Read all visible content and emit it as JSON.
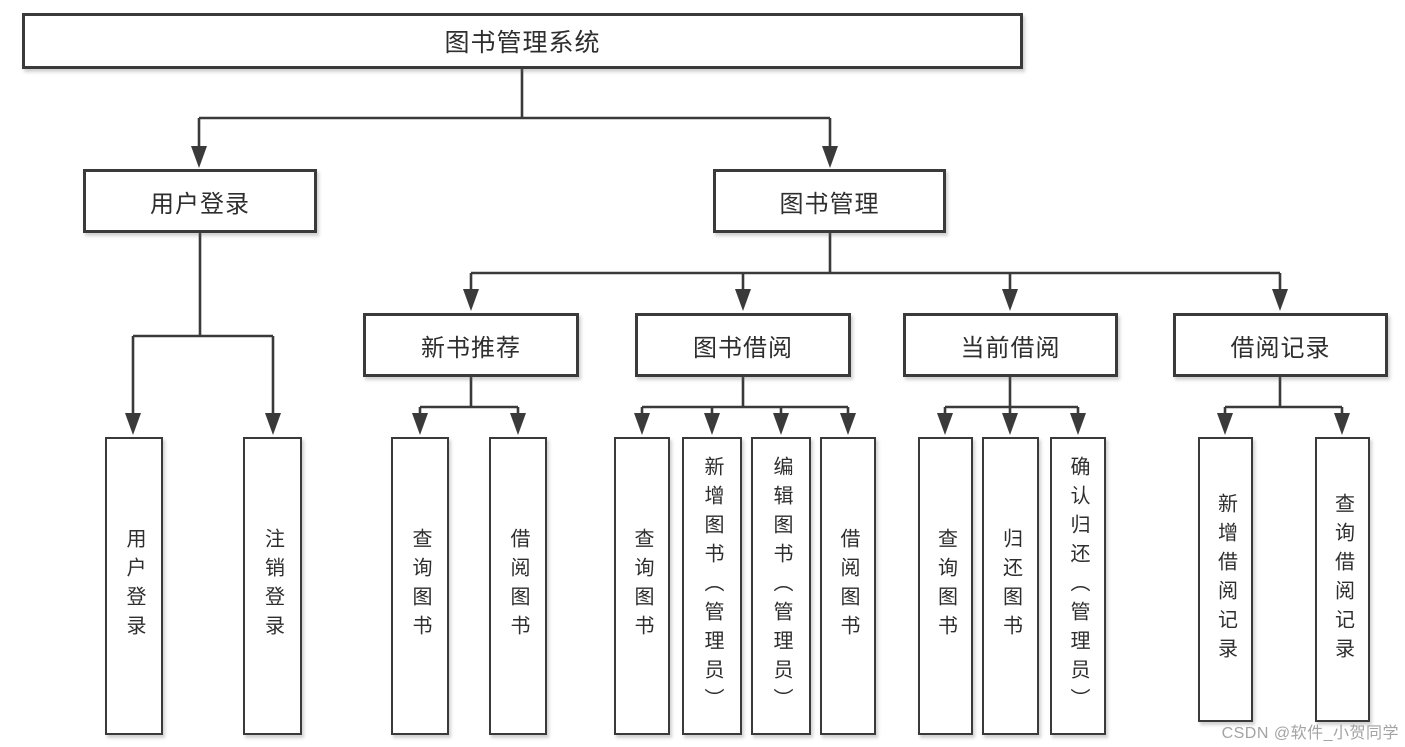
{
  "tree": {
    "root": {
      "label": "图书管理系统"
    },
    "branches": [
      {
        "label": "用户登录",
        "children": [
          {
            "label": "用户登录"
          },
          {
            "label": "注销登录"
          }
        ]
      },
      {
        "label": "图书管理",
        "children": [
          {
            "label": "新书推荐",
            "children": [
              {
                "label": "查询图书"
              },
              {
                "label": "借阅图书"
              }
            ]
          },
          {
            "label": "图书借阅",
            "children": [
              {
                "label": "查询图书"
              },
              {
                "label": "新增图书（管理员）"
              },
              {
                "label": "编辑图书（管理员）"
              },
              {
                "label": "借阅图书"
              }
            ]
          },
          {
            "label": "当前借阅",
            "children": [
              {
                "label": "查询图书"
              },
              {
                "label": "归还图书"
              },
              {
                "label": "确认归还（管理员）"
              }
            ]
          },
          {
            "label": "借阅记录",
            "children": [
              {
                "label": "新增借阅记录"
              },
              {
                "label": "查询借阅记录"
              }
            ]
          }
        ]
      }
    ]
  },
  "watermark": {
    "text": "CSDN @软件_小贺同学"
  },
  "colors": {
    "line": "#3a3a3a",
    "box_border": "#3a3a3a",
    "box_fill": "#ffffff",
    "text": "#2e2e2e",
    "watermark": "#a3a3a3",
    "background": "#ffffff"
  }
}
